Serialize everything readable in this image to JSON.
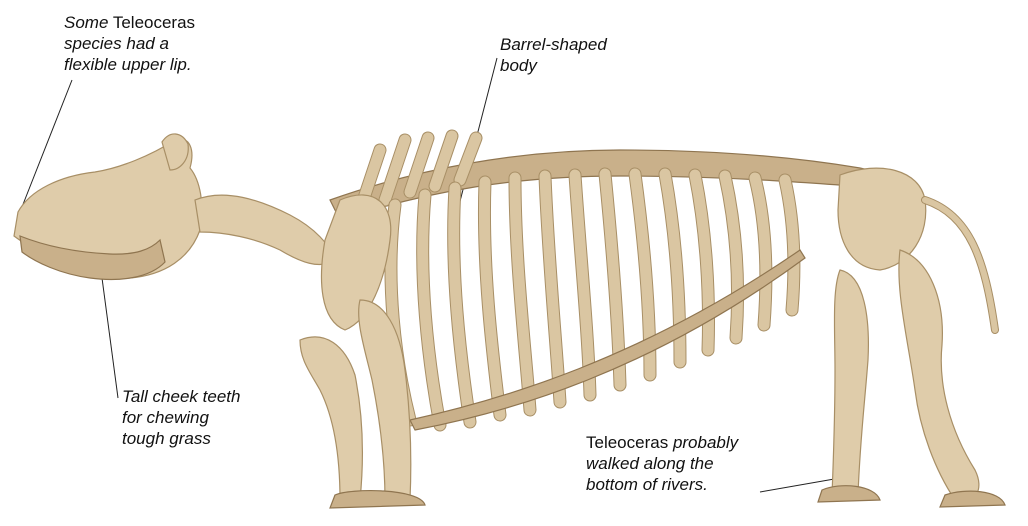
{
  "annotations": {
    "lip": {
      "line1_italic": "Some",
      "line1_regular": " Teleoceras",
      "line2": "species had a",
      "line3": "flexible upper lip."
    },
    "body": {
      "line1": "Barrel-shaped",
      "line2": "body"
    },
    "teeth": {
      "line1": "Tall cheek teeth",
      "line2": "for chewing",
      "line3": "tough grass"
    },
    "rivers": {
      "line1_regular": "Teleoceras",
      "line1_italic": " probably",
      "line2": "walked along the",
      "line3": "bottom of rivers."
    }
  },
  "colors": {
    "bone": "#dfccaa",
    "bone_shadow": "#a88f66",
    "background": "#ffffff"
  }
}
